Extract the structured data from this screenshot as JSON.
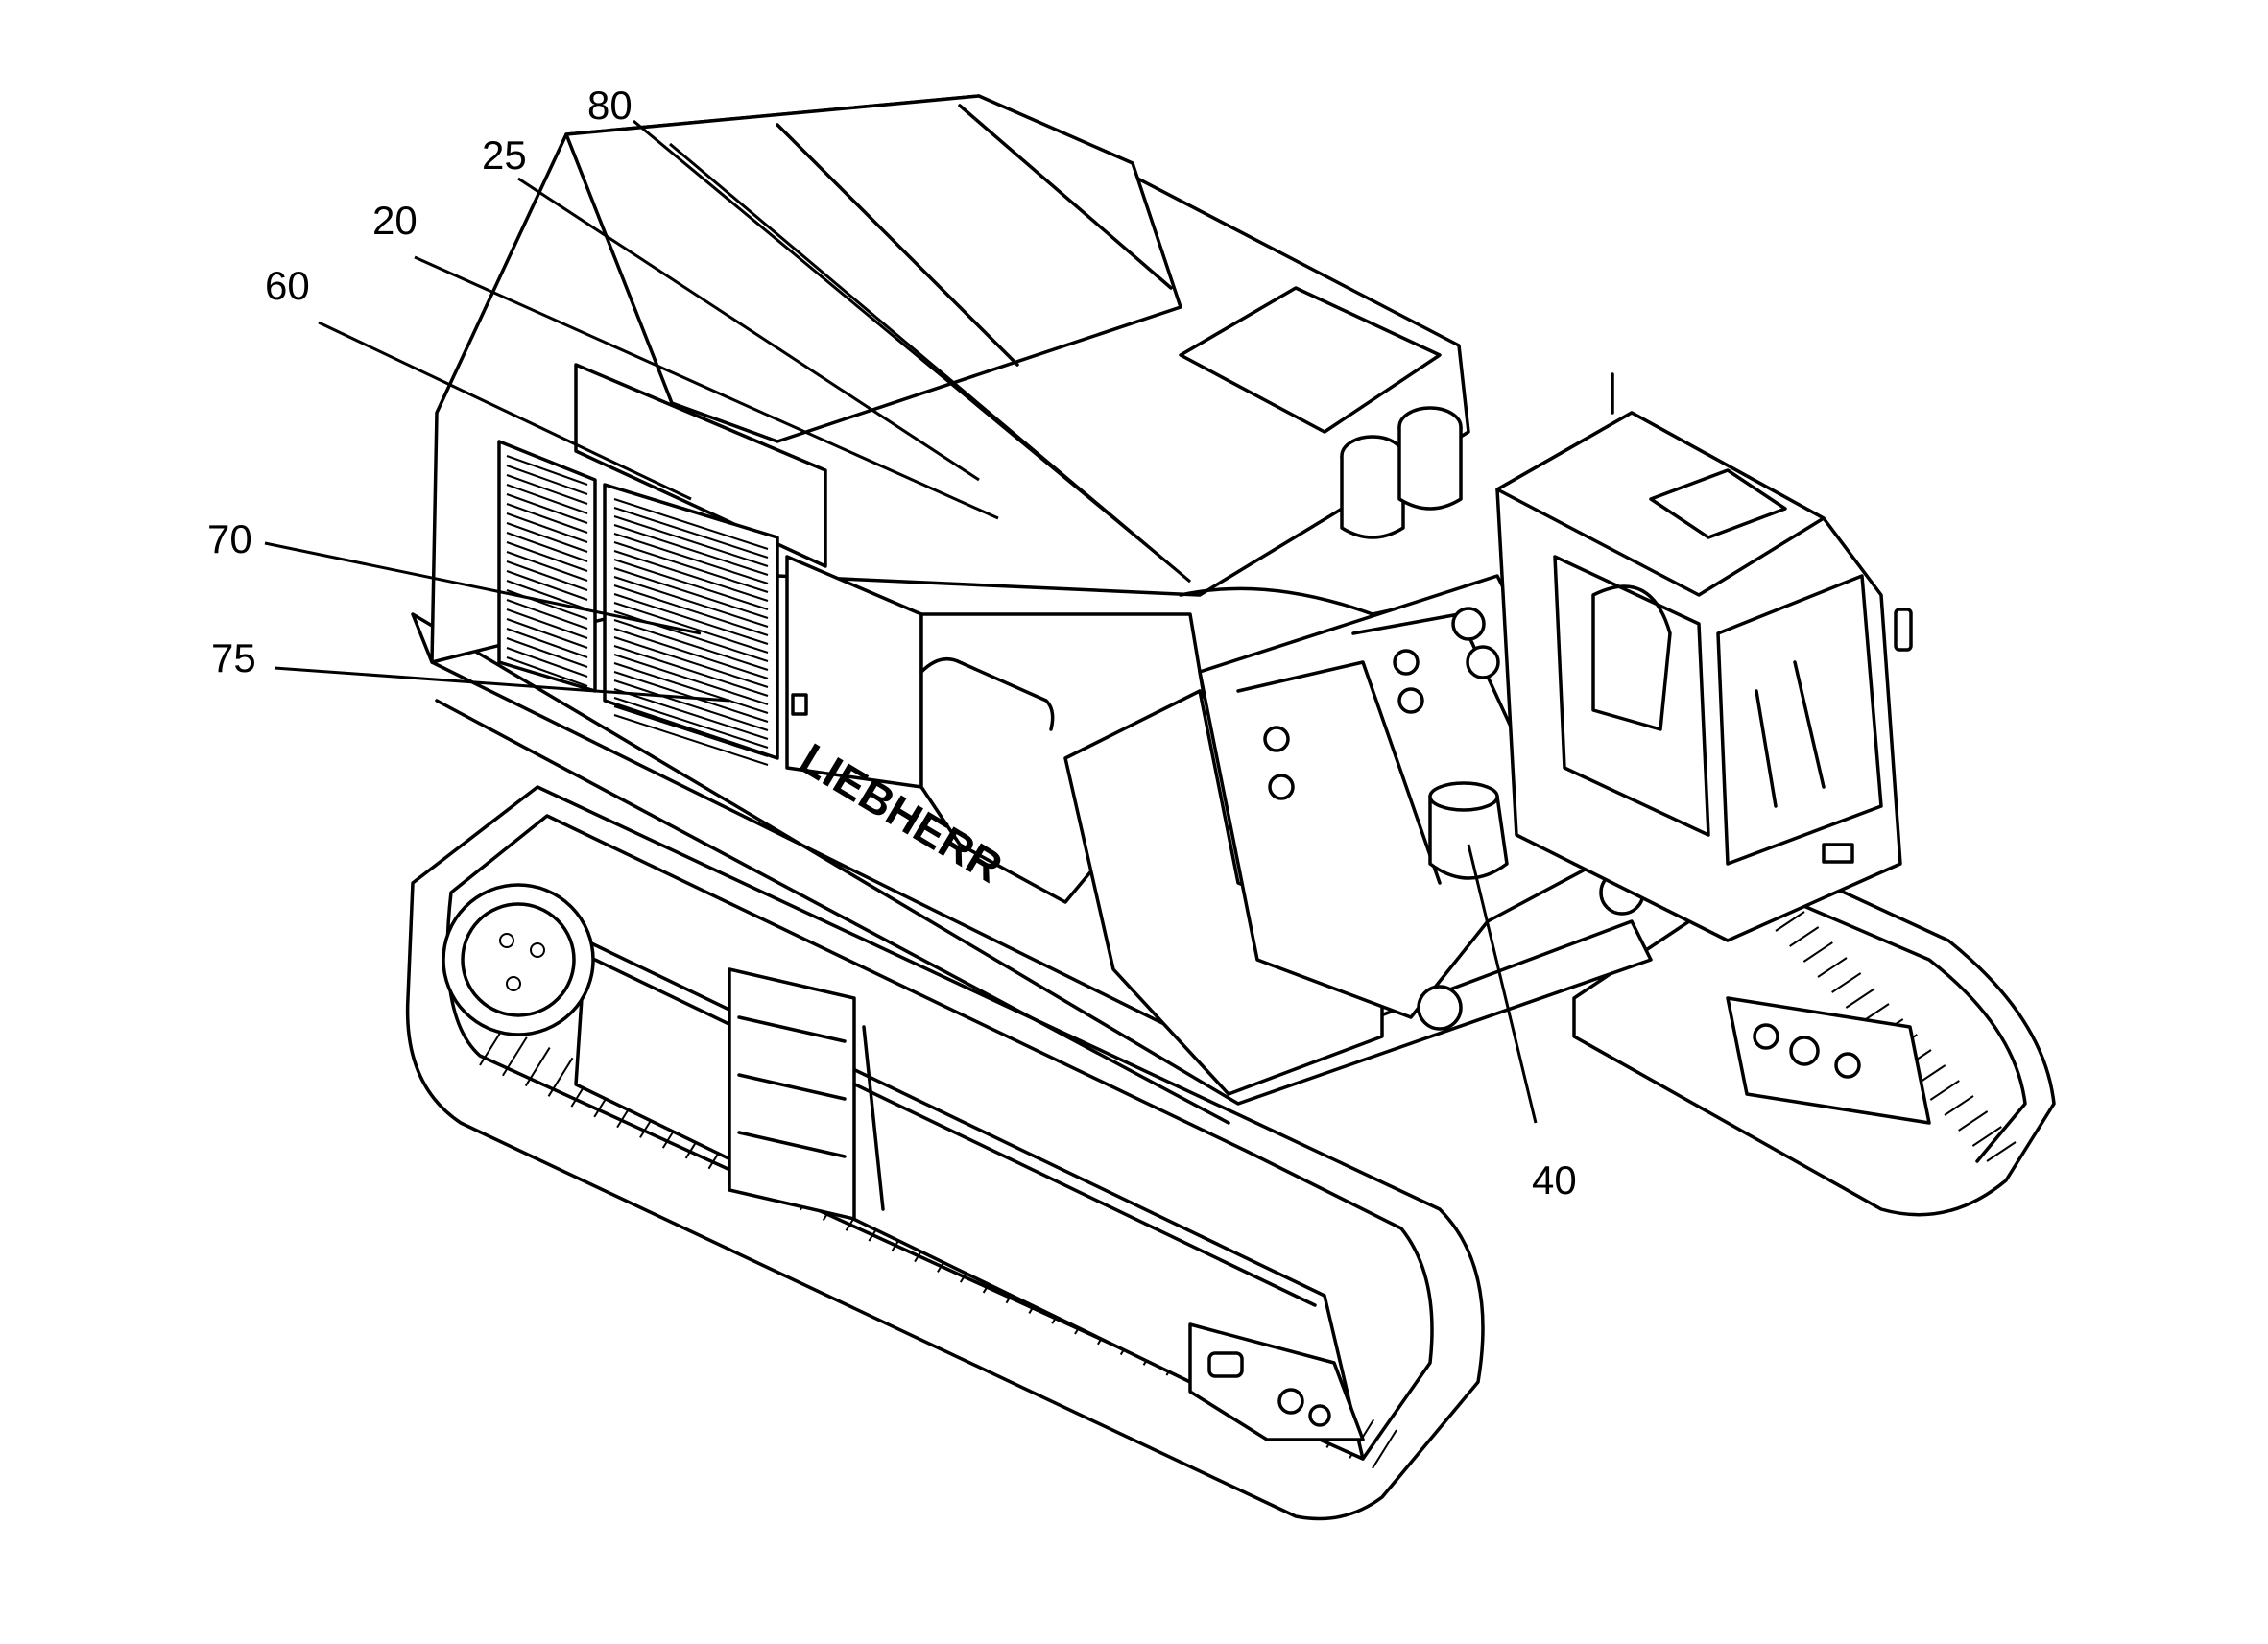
{
  "figure": {
    "brand_text": "LIEBHERR",
    "labels": [
      {
        "id": "80",
        "text": "80"
      },
      {
        "id": "25",
        "text": "25"
      },
      {
        "id": "20",
        "text": "20"
      },
      {
        "id": "60",
        "text": "60"
      },
      {
        "id": "70",
        "text": "70"
      },
      {
        "id": "75",
        "text": "75"
      },
      {
        "id": "40",
        "text": "40"
      }
    ]
  }
}
